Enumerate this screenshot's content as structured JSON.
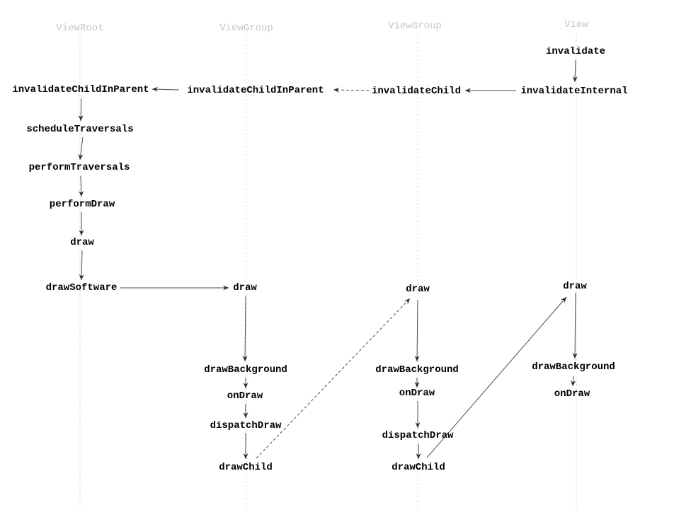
{
  "diagram": {
    "colors": {
      "header_text": "#c6c6c6",
      "lifeline": "#d9d9d9",
      "label_text": "#000000",
      "arrow": "#4d4d4d"
    },
    "lifelines": [
      {
        "header": "ViewRoot",
        "calls": [
          "invalidateChildInParent",
          "scheduleTraversals",
          "performTraversals",
          "performDraw",
          "draw",
          "drawSoftware"
        ]
      },
      {
        "header": "ViewGroup",
        "calls": [
          "invalidateChildInParent",
          "draw",
          "drawBackground",
          "onDraw",
          "dispatchDraw",
          "drawChild"
        ]
      },
      {
        "header": "ViewGroup",
        "calls": [
          "invalidateChild",
          "draw",
          "drawBackground",
          "onDraw",
          "dispatchDraw",
          "drawChild"
        ]
      },
      {
        "header": "View",
        "calls": [
          "invalidate",
          "invalidateInternal",
          "draw",
          "drawBackground",
          "onDraw"
        ]
      }
    ]
  }
}
